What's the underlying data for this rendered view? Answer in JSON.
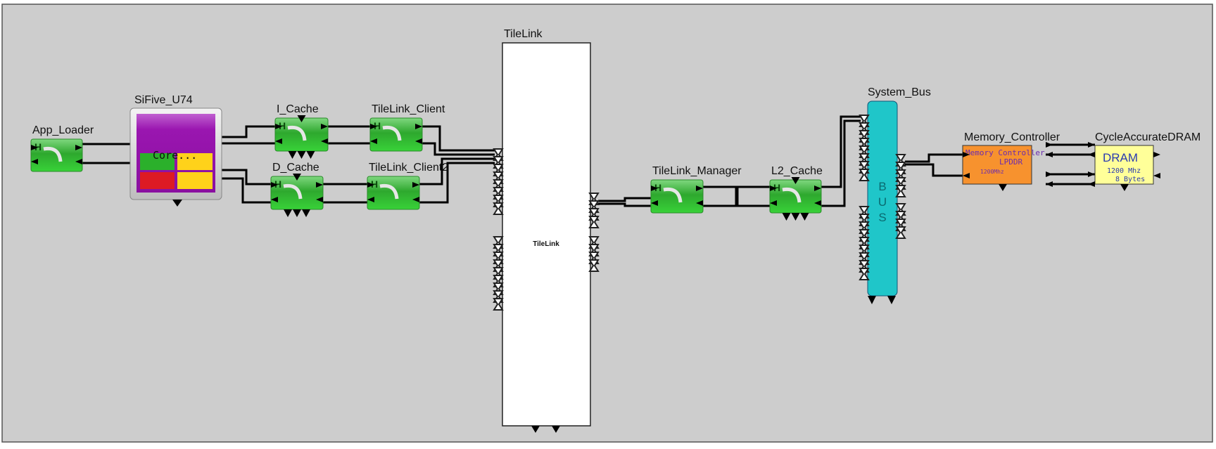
{
  "colors": {
    "canvas": "#cdcdcd",
    "component_green": "#2fbf2f",
    "core_purple": "#9a16b0",
    "bus_cyan": "#1fc6c9",
    "memory_controller_orange": "#f7922e",
    "dram_yellow": "#ffff99"
  },
  "components": {
    "app_loader": {
      "label": "App_Loader",
      "icon": "H"
    },
    "sifive_u74": {
      "label": "SiFive_U74",
      "inner": "Core..."
    },
    "i_cache": {
      "label": "I_Cache",
      "icon": "H"
    },
    "tilelink_client": {
      "label": "TileLink_Client",
      "icon": "H"
    },
    "d_cache": {
      "label": "D_Cache",
      "icon": "H"
    },
    "tilelink_client2": {
      "label": "TileLink_Client2",
      "icon": "H"
    },
    "tilelink": {
      "label": "TileLink",
      "inner": "TileLink"
    },
    "tilelink_manager": {
      "label": "TileLink_Manager",
      "icon": "H"
    },
    "l2_cache": {
      "label": "L2_Cache",
      "icon": "H"
    },
    "system_bus": {
      "label": "System_Bus",
      "inner": [
        "B",
        "U",
        "S"
      ]
    },
    "memory_controller": {
      "label": "Memory_Controller",
      "line1": "Memory Controller",
      "line2": "LPDDR",
      "line3": "1200Mhz"
    },
    "dram": {
      "label": "CycleAccurateDRAM",
      "line1": "DRAM",
      "line2": "1200 Mhz",
      "line3": "8 Bytes"
    }
  }
}
